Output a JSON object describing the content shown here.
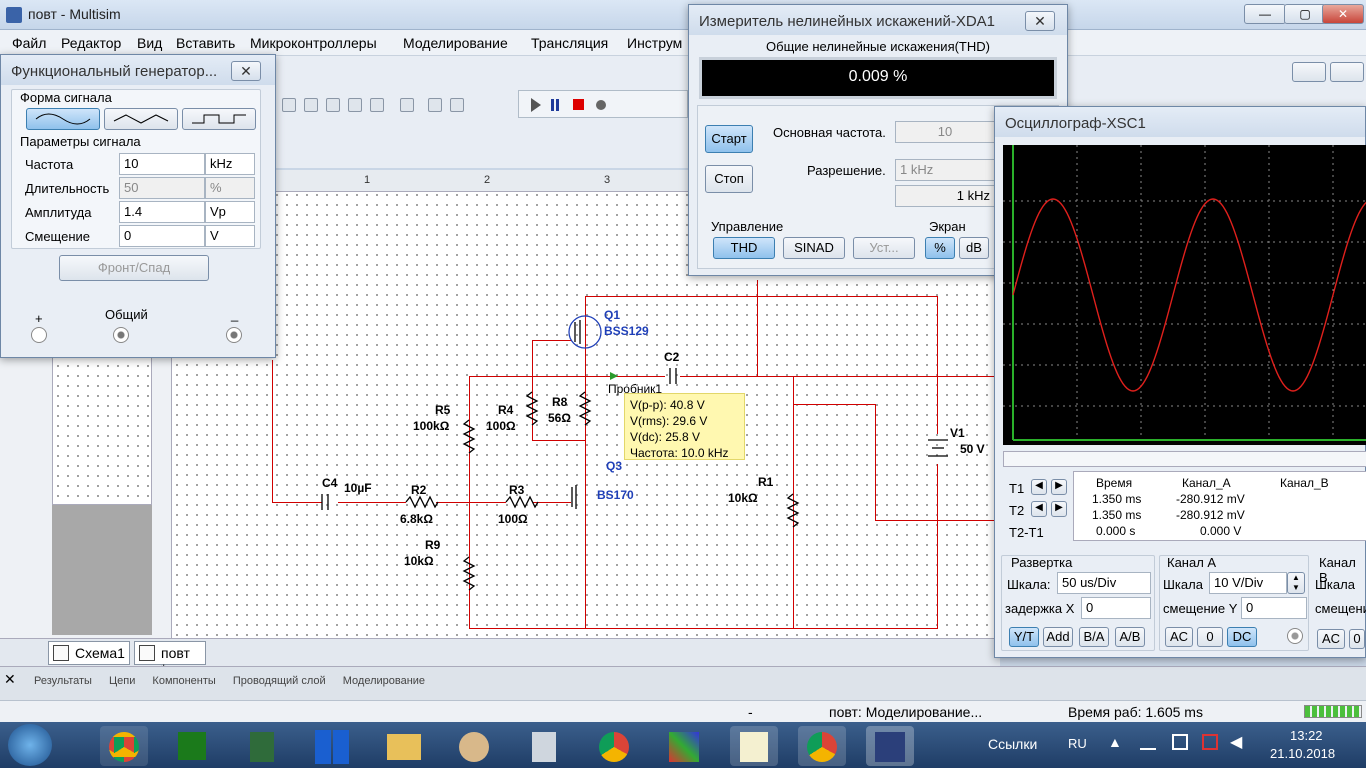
{
  "window": {
    "title": "повт - Multisim",
    "buttons": [
      "—",
      "▢",
      "✕"
    ]
  },
  "menu": [
    "Файл",
    "Редактор",
    "Вид",
    "Вставить",
    "Микроконтроллеры",
    "Моделирование",
    "Трансляция",
    "Инструм"
  ],
  "funcgen": {
    "title": "Функциональный генератор...",
    "waveform_label": "Форма сигнала",
    "params_label": "Параметры сигнала",
    "rows": [
      {
        "label": "Частота",
        "value": "10",
        "unit": "kHz"
      },
      {
        "label": "Длительность",
        "value": "50",
        "unit": "%"
      },
      {
        "label": "Амплитуда",
        "value": "1.4",
        "unit": "Vp"
      },
      {
        "label": "Смещение",
        "value": "0",
        "unit": "V"
      }
    ],
    "rise_fall": "Фронт/Спад",
    "plus": "+",
    "common": "Общий",
    "minus": "_"
  },
  "thd": {
    "title": "Измеритель нелинейных искажений-XDA1",
    "header": "Общие нелинейные искажения(THD)",
    "value": "0.009 %",
    "start": "Старт",
    "stop": "Стоп",
    "fund_label": "Основная частота.",
    "fund_value": "10",
    "res_label": "Разрешение.",
    "res_value": "1 kHz",
    "res_readout": "1 kHz",
    "control_label": "Управление",
    "thd_btn": "THD",
    "sinad_btn": "SINAD",
    "set_btn": "Уст...",
    "screen_label": "Экран",
    "pct_btn": "%",
    "db_btn": "dB"
  },
  "osc": {
    "title": "Осциллограф-XSC1",
    "table_headers": [
      "",
      "Время",
      "Канал_A",
      "Канал_B"
    ],
    "rows": [
      {
        "label": "T1",
        "time": "1.350 ms",
        "a": "-280.912 mV",
        "b": ""
      },
      {
        "label": "T2",
        "time": "1.350 ms",
        "a": "-280.912 mV",
        "b": ""
      },
      {
        "label": "T2-T1",
        "time": "0.000 s",
        "a": "0.000 V",
        "b": ""
      }
    ],
    "timebase_label": "Развертка",
    "scale_label": "Шкала:",
    "scale_value": "50 us/Div",
    "xpos_label": "задержка X",
    "xpos_value": "0",
    "tb_buttons": [
      "Y/T",
      "Add",
      "B/A",
      "A/B"
    ],
    "cha_label": "Канал A",
    "cha_scale_label": "Шкала",
    "cha_scale_value": "10  V/Div",
    "cha_ypos_label": "смещение Y",
    "cha_ypos_value": "0",
    "cha_buttons": [
      "AC",
      "0",
      "DC"
    ],
    "chb_label": "Канал B",
    "chb_scale_label": "Шкала",
    "chb_ypos_label": "смещени",
    "chb_buttons": [
      "AC",
      "0"
    ]
  },
  "schematic": {
    "ruler": [
      "1",
      "2",
      "3"
    ],
    "parts": {
      "Q1": "Q1",
      "Q1v": "BSS129",
      "C2": "C2",
      "probe": "Пробник1",
      "R5": "R5",
      "R5v": "100kΩ",
      "R4": "R4",
      "R4v": "100Ω",
      "R8": "R8",
      "R8v": "56Ω",
      "Q3": "Q3",
      "Q3v": "BS170",
      "C4": "C4",
      "C4v": "10µF",
      "R2": "R2",
      "R2v": "6.8kΩ",
      "R3": "R3",
      "R3v": "100Ω",
      "R9": "R9",
      "R9v": "10kΩ",
      "R1": "R1",
      "R1v": "10kΩ",
      "V1": "V1",
      "V1v": "50 V"
    },
    "probe_box": [
      "V(p-p): 40.8 V",
      "V(rms): 29.6 V",
      "V(dc): 25.8 V",
      "Частота: 10.0 kHz"
    ]
  },
  "tabs": [
    "Схема1",
    "повт *"
  ],
  "bottom_tabs": [
    "Результаты",
    "Цепи",
    "Компоненты",
    "Проводящий слой",
    "Моделирование"
  ],
  "status": {
    "dash": "-",
    "sim": "повт: Моделирование...",
    "time": "Время раб: 1.605 ms"
  },
  "taskbar": {
    "links": "Ссылки",
    "lang": "RU",
    "clock": "13:22",
    "date": "21.10.2018"
  }
}
